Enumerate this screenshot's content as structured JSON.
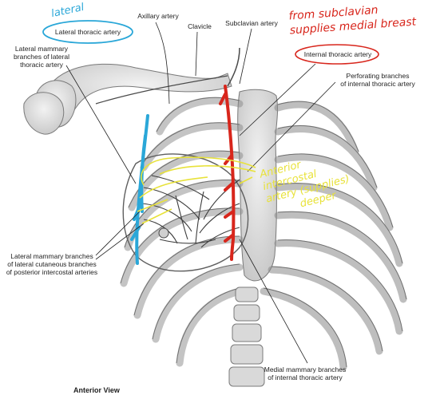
{
  "labels": {
    "lateral_thoracic_artery": "Lateral thoracic artery",
    "axillary_artery": "Axillary artery",
    "clavicle": "Clavicle",
    "subclavian_artery": "Subclavian artery",
    "lateral_mammary_branches_line1": "Lateral mammary",
    "lateral_mammary_branches_line2": "branches of lateral",
    "lateral_mammary_branches_line3": "thoracic artery",
    "internal_thoracic_artery": "Internal thoracic artery",
    "perforating_branches_line1": "Perforating branches",
    "perforating_branches_line2": "of internal thoracic artery",
    "lateral_cutaneous_line1": "Lateral mammary branches",
    "lateral_cutaneous_line2": "of lateral cutaneous branches",
    "lateral_cutaneous_line3": "of posterior intercostal arteries",
    "medial_mammary_line1": "Medial mammary branches",
    "medial_mammary_line2": "of internal thoracic artery",
    "view": "Anterior View"
  },
  "annotations": {
    "blue_note": "lateral",
    "red_note_line1": "from subclavian",
    "red_note_line2": "supplies medial breast",
    "yellow_note_line1": "Anterior",
    "yellow_note_line2": "intercostal",
    "yellow_note_line3": "artery (supplies)",
    "yellow_note_line4": "deeper"
  },
  "colors": {
    "lateral_artery": "#2aa7d8",
    "internal_artery": "#d8261c",
    "annotation_yellow": "#e8e23a",
    "bone": "#c9c9c9",
    "outline": "#6f6f6f"
  }
}
